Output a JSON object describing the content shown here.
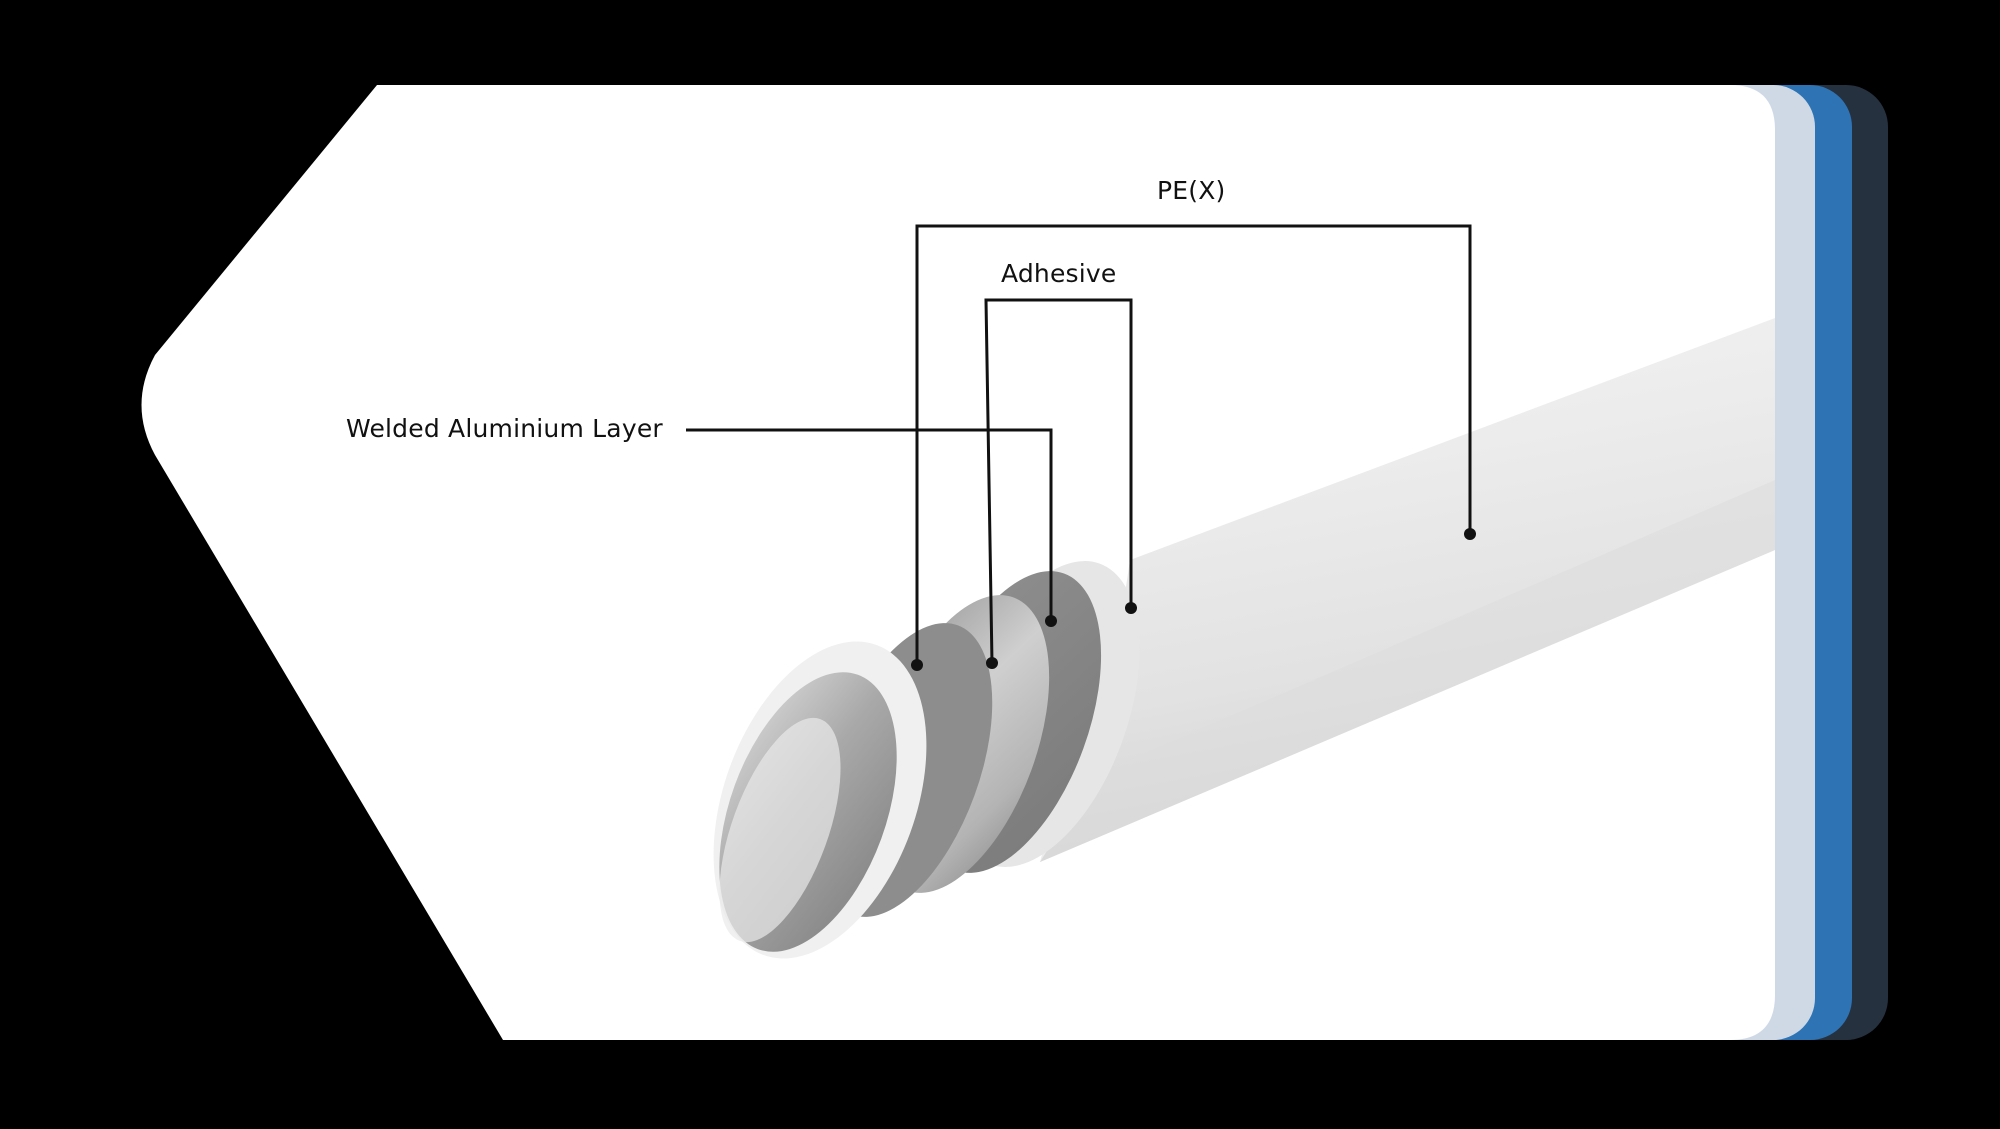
{
  "diagram": {
    "callouts": {
      "pex": "PE(X)",
      "adhesive": "Adhesive",
      "aluminium": "Welded Aluminium Layer"
    }
  },
  "colors": {
    "background": "#000000",
    "card": "#FFFFFF",
    "stripe_light": "#CFD9E6",
    "stripe_blue": "#2E74B5",
    "stripe_dark": "#263140",
    "leader_line": "#111111"
  }
}
